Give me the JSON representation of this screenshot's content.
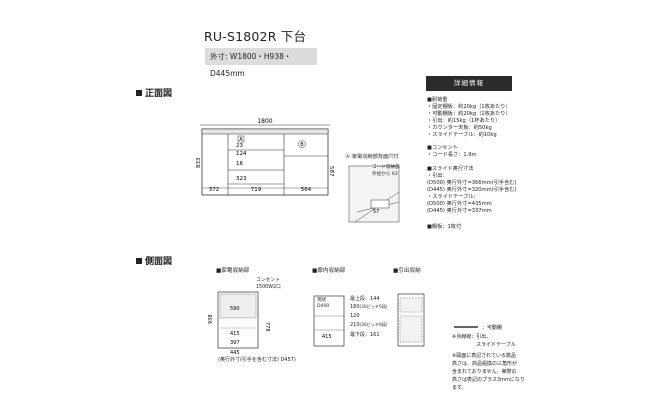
{
  "product": {
    "title": "RU-S1802R 下台",
    "size": "外寸: W1800・H938・D445mm"
  },
  "sections": {
    "front": "正面図",
    "side": "側面図"
  },
  "details": {
    "heading": "詳細情報",
    "load_title": "■耐荷重",
    "load_lines": [
      "・固定棚板：約20kg（1枚あたり）",
      "・可動棚板：約20kg（1枚あたり）",
      "・引出：約15kg（1杯あたり）",
      "・カウンター天板：約50kg",
      "・スライドテーブル：約10kg"
    ],
    "outlet_title": "■コンセント",
    "outlet_lines": [
      "・コード長さ：1.9m"
    ],
    "slide_title": "■スライド奥行寸法",
    "slide_lines": [
      "・引出：",
      "(D500) 奥行外寸=366mm(引手含む)",
      "(D445) 奥行外寸=320mm(引手含む)",
      "・スライドテーブル：",
      "(D500) 奥行外寸=435mm",
      "(D445) 奥行外寸=337mm"
    ],
    "shelf_line": "■棚板：1枚付"
  },
  "front_view": {
    "width": "1800",
    "left_height": "833",
    "right_height": "587",
    "bottom_left": "372",
    "bottom_mid": "719",
    "bottom_right": "564",
    "d1": "23",
    "d2": "124",
    "d3": "16",
    "d4": "323",
    "marker_a": "A",
    "marker_b": "B"
  },
  "detail_a": {
    "label": "Ⓐ 家電収納部背面穴付",
    "note": "コード収納部",
    "note2": "外径から 63",
    "dim": "57"
  },
  "side_views": {
    "appliance": {
      "title": "■家電収納部",
      "outlet": "コンセント",
      "outlet_spec": "1500W2口",
      "height": "938",
      "h2": "778",
      "h3": "590",
      "d1": "415",
      "d2": "397",
      "depth": "445",
      "note": "(奥行外寸(引手を含む寸法) D457)"
    },
    "cabinet": {
      "title": "■扉内収納部",
      "label1": "最上段：144",
      "label_d": "D400",
      "label_d2": "現状",
      "l2": "180",
      "l2_note": "(30ピッチ5段)",
      "l3": "120",
      "l4": "210",
      "l4_note": "(30ピッチ6段)",
      "l5": "最下段：161",
      "d": "415"
    },
    "drawer": {
      "title": "■引出収納"
    }
  },
  "legend": {
    "movable": "：可動棚",
    "dotted": "※点線線：引出、",
    "slide": "スライドテーブル",
    "note": "※図面に表記されている数品\n高さは、商品組換の三角形が\n含まれておりません。実際の\n高さは表記のプラス3mmになり\nます。"
  }
}
